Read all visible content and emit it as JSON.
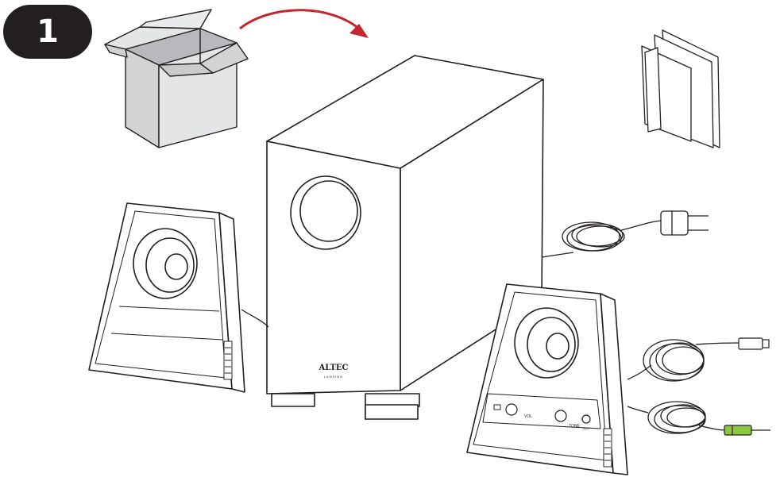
{
  "step": {
    "number": "1"
  },
  "subwoofer": {
    "brand": "ALTEC",
    "brand_sub": "LANSING"
  },
  "control_panel": {
    "vol_label": "VOL",
    "tone_label": "TONE",
    "aux_label": "AUX"
  },
  "colors": {
    "line": "#231f20",
    "box_gray": "#d2d3d5",
    "box_dark": "#b7b9bc",
    "arrow": "#c1272d",
    "jack_green": "#8dc63f"
  },
  "icons": {
    "step_badge": "numbered-step-badge",
    "box": "open-cardboard-box",
    "arrow": "curved-arrow",
    "manual": "folded-booklet",
    "plug": "ac-power-plug",
    "jack_usb": "connector-plug",
    "jack_audio": "3.5mm-audio-jack"
  }
}
